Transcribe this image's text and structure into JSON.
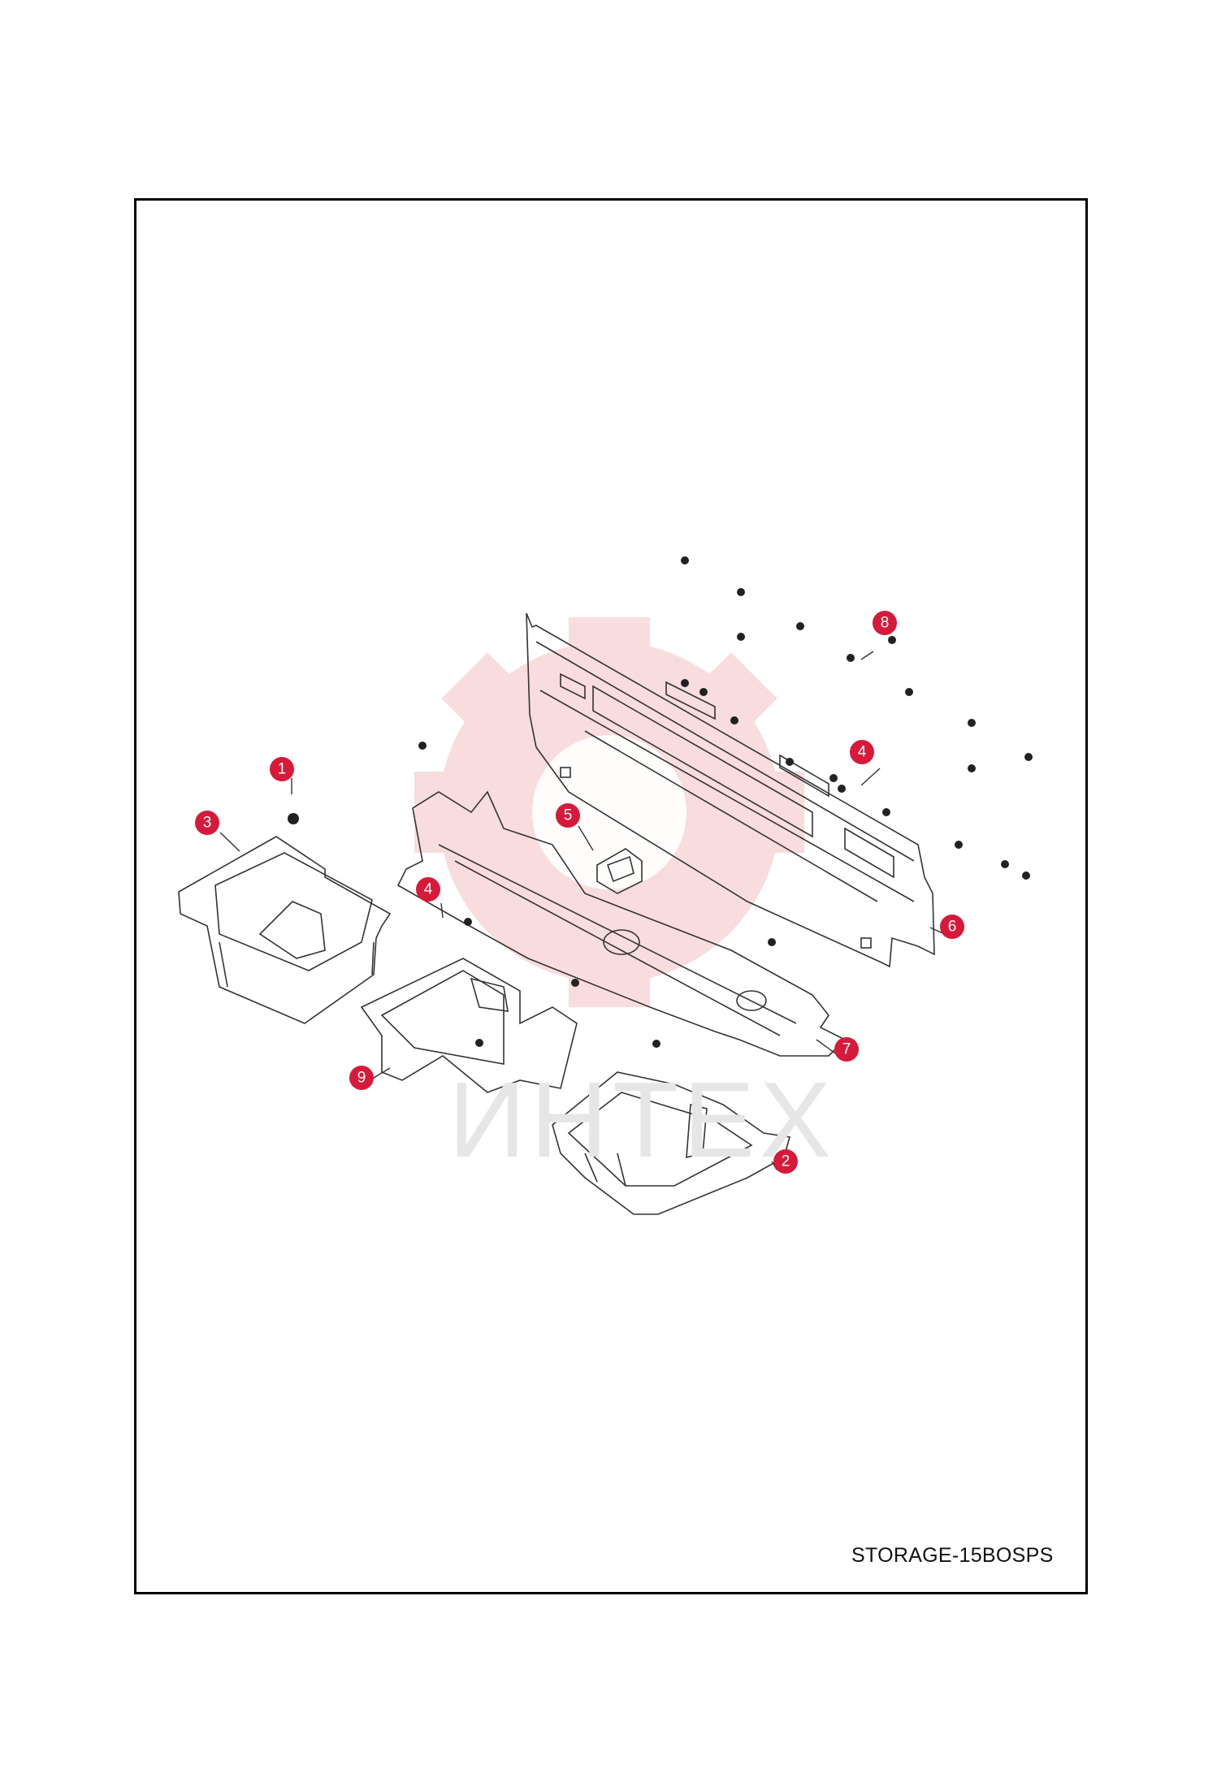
{
  "diagram": {
    "id_label": "STORAGE-15BOSPS",
    "watermark_text": "ИНТЕХ",
    "callout_color": "#d7193a",
    "callouts": [
      {
        "num": "1"
      },
      {
        "num": "2"
      },
      {
        "num": "3"
      },
      {
        "num": "4"
      },
      {
        "num": "4"
      },
      {
        "num": "5"
      },
      {
        "num": "6"
      },
      {
        "num": "7"
      },
      {
        "num": "8"
      },
      {
        "num": "9"
      }
    ]
  }
}
